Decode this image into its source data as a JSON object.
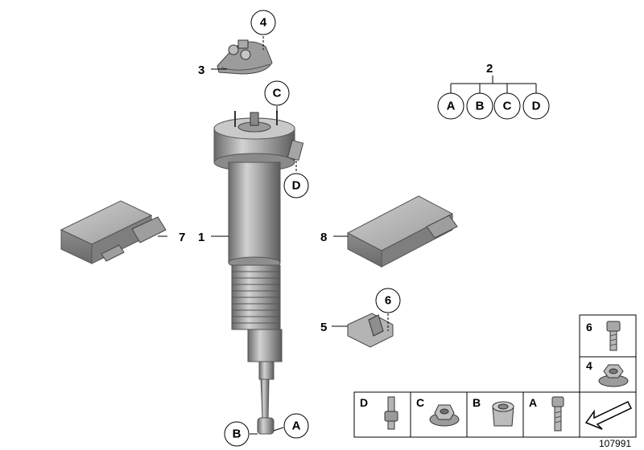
{
  "callouts": {
    "p1": "1",
    "p2": "2",
    "p3": "3",
    "p4": "4",
    "p5": "5",
    "p6": "6",
    "p7": "7",
    "p8": "8",
    "a": "A",
    "b": "B",
    "c": "C",
    "d": "D"
  },
  "group_2": [
    "A",
    "B",
    "C",
    "D"
  ],
  "legend": {
    "right_column": [
      "6",
      "4"
    ],
    "bottom_row": [
      "D",
      "C",
      "B",
      "A"
    ]
  },
  "reference_number": "107991"
}
